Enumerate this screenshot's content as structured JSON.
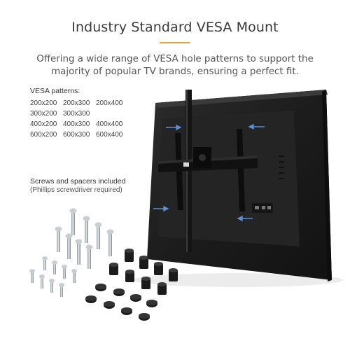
{
  "header": {
    "title": "Industry Standard VESA Mount",
    "subtitle_line1": "Offering a wide range of VESA hole patterns to support the",
    "subtitle_line2": "majority of popular TV brands, ensuring a perfect fit.",
    "accent_color": "#e0a83a"
  },
  "vesa": {
    "heading": "VESA patterns:",
    "patterns": [
      "200x200",
      "200x300",
      "200x400",
      "300x200",
      "300x300",
      "",
      "400x200",
      "400x300",
      "400x400",
      "600x200",
      "600x300",
      "600x400"
    ]
  },
  "hardware": {
    "heading": "Screws and spacers included",
    "note": "(Phillips screwdriver required)"
  },
  "illustration": {
    "arrow_color": "#5b8fd0",
    "tv_color": "#1e1e1e"
  }
}
